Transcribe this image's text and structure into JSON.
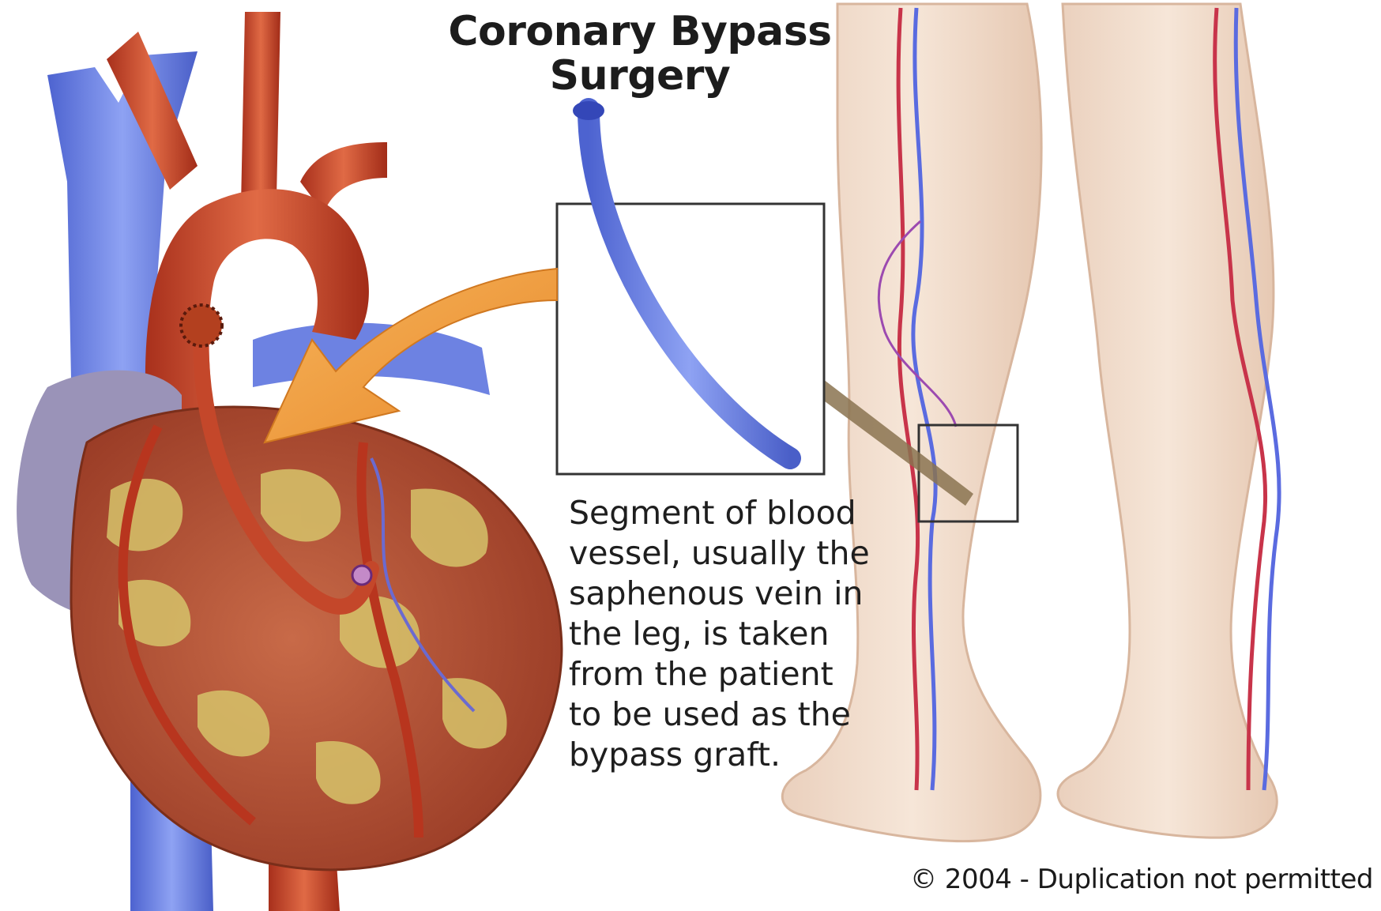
{
  "title": {
    "line1": "Coronary Bypass",
    "line2": "Surgery"
  },
  "caption": {
    "lines": [
      "Segment of blood",
      "vessel, usually the",
      "saphenous vein in",
      "the leg, is taken",
      "from the patient",
      "to be used as the",
      "bypass graft."
    ]
  },
  "copyright": "© 2004 - Duplication not permitted",
  "colors": {
    "vein_blue": "#6f86e8",
    "artery_red": "#c2452a",
    "heart_muscle": "#b85a3e",
    "fat_yellow": "#d9c86a",
    "arrow_orange": "#f0a040",
    "skin": "#f2dccb"
  }
}
